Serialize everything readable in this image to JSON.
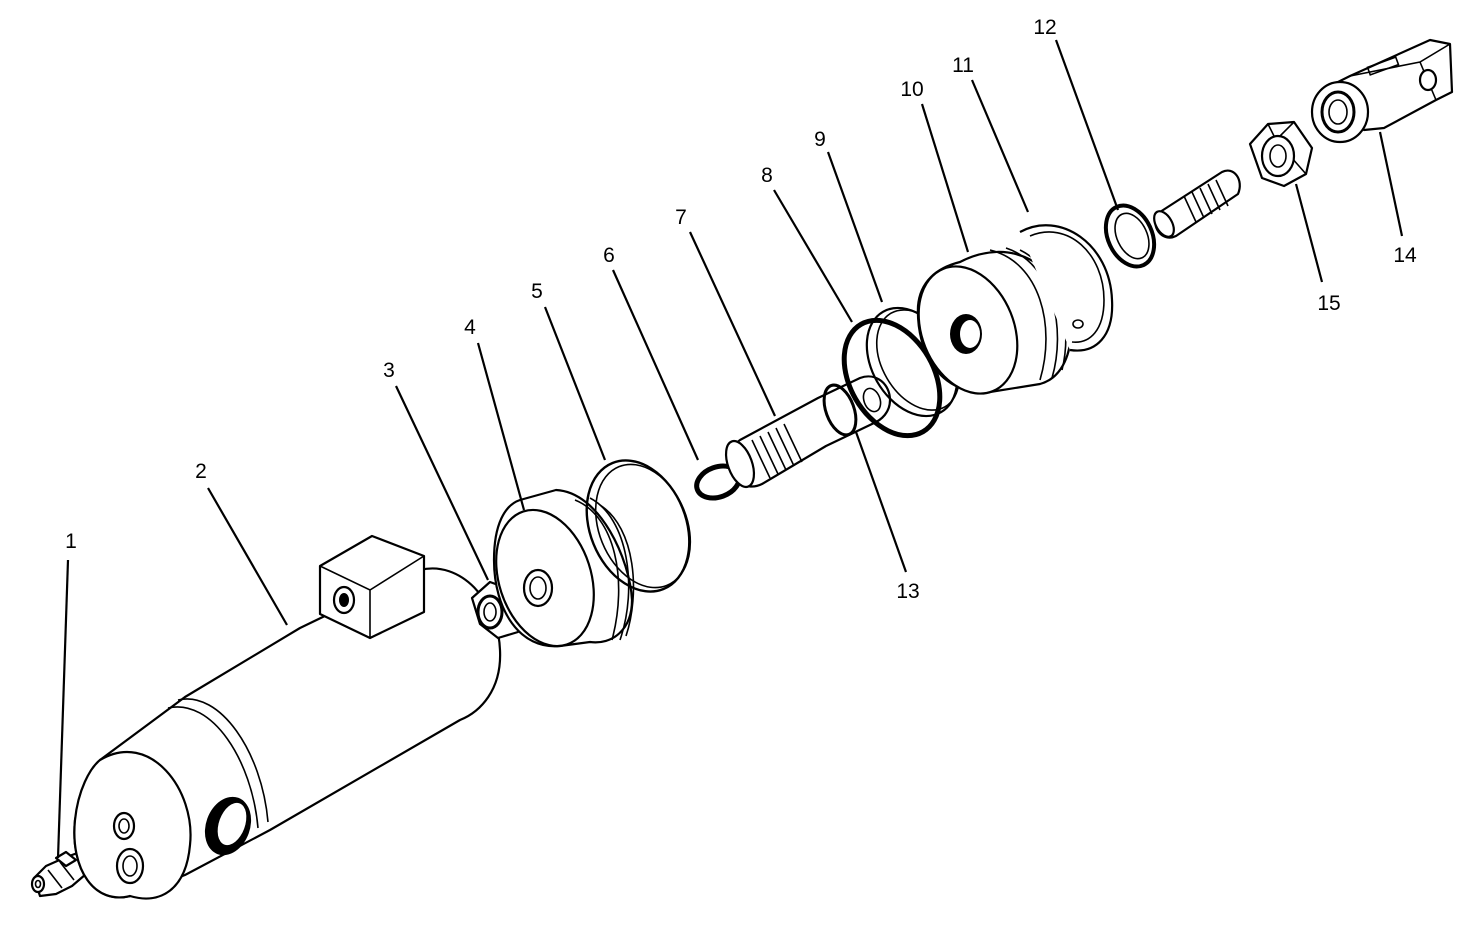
{
  "diagram": {
    "callouts": [
      {
        "id": "1",
        "text": "1"
      },
      {
        "id": "2",
        "text": "2"
      },
      {
        "id": "3",
        "text": "3"
      },
      {
        "id": "4",
        "text": "4"
      },
      {
        "id": "5",
        "text": "5"
      },
      {
        "id": "6",
        "text": "6"
      },
      {
        "id": "7",
        "text": "7"
      },
      {
        "id": "8",
        "text": "8"
      },
      {
        "id": "9",
        "text": "9"
      },
      {
        "id": "10",
        "text": "10"
      },
      {
        "id": "11",
        "text": "11"
      },
      {
        "id": "12",
        "text": "12"
      },
      {
        "id": "13",
        "text": "13"
      },
      {
        "id": "14",
        "text": "14"
      },
      {
        "id": "15",
        "text": "15"
      }
    ],
    "colors": {
      "line": "#000000",
      "background": "#ffffff"
    }
  }
}
